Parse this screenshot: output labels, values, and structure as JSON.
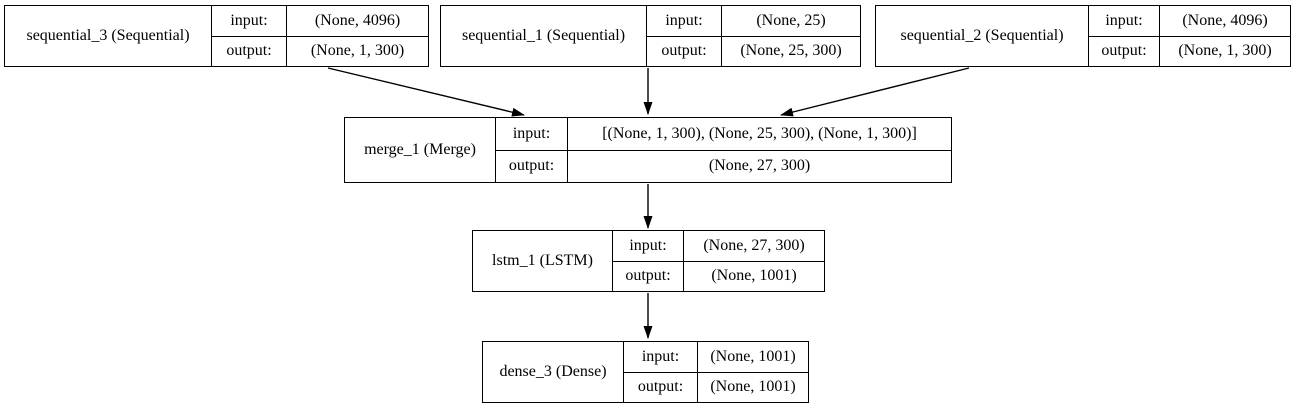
{
  "diagram": {
    "type": "keras-model-plot",
    "background_color": "#ffffff",
    "border_color": "#000000",
    "text_color": "#000000",
    "io_labels": {
      "input": "input:",
      "output": "output:"
    }
  },
  "nodes": [
    {
      "id": "sequential_3",
      "title": "sequential_3 (Sequential)",
      "input_label": "input:",
      "input_value": "(None, 4096)",
      "output_label": "output:",
      "output_value": "(None, 1, 300)"
    },
    {
      "id": "sequential_1",
      "title": "sequential_1 (Sequential)",
      "input_label": "input:",
      "input_value": "(None, 25)",
      "output_label": "output:",
      "output_value": "(None, 25, 300)"
    },
    {
      "id": "sequential_2",
      "title": "sequential_2 (Sequential)",
      "input_label": "input:",
      "input_value": "(None, 4096)",
      "output_label": "output:",
      "output_value": "(None, 1, 300)"
    },
    {
      "id": "merge_1",
      "title": "merge_1 (Merge)",
      "input_label": "input:",
      "input_value": "[(None, 1, 300), (None, 25, 300), (None, 1, 300)]",
      "output_label": "output:",
      "output_value": "(None, 27, 300)"
    },
    {
      "id": "lstm_1",
      "title": "lstm_1 (LSTM)",
      "input_label": "input:",
      "input_value": "(None, 27, 300)",
      "output_label": "output:",
      "output_value": "(None, 1001)"
    },
    {
      "id": "dense_3",
      "title": "dense_3 (Dense)",
      "input_label": "input:",
      "input_value": "(None, 1001)",
      "output_label": "output:",
      "output_value": "(None, 1001)"
    }
  ],
  "edges": [
    {
      "from": "sequential_3",
      "to": "merge_1"
    },
    {
      "from": "sequential_1",
      "to": "merge_1"
    },
    {
      "from": "sequential_2",
      "to": "merge_1"
    },
    {
      "from": "merge_1",
      "to": "lstm_1"
    },
    {
      "from": "lstm_1",
      "to": "dense_3"
    }
  ]
}
